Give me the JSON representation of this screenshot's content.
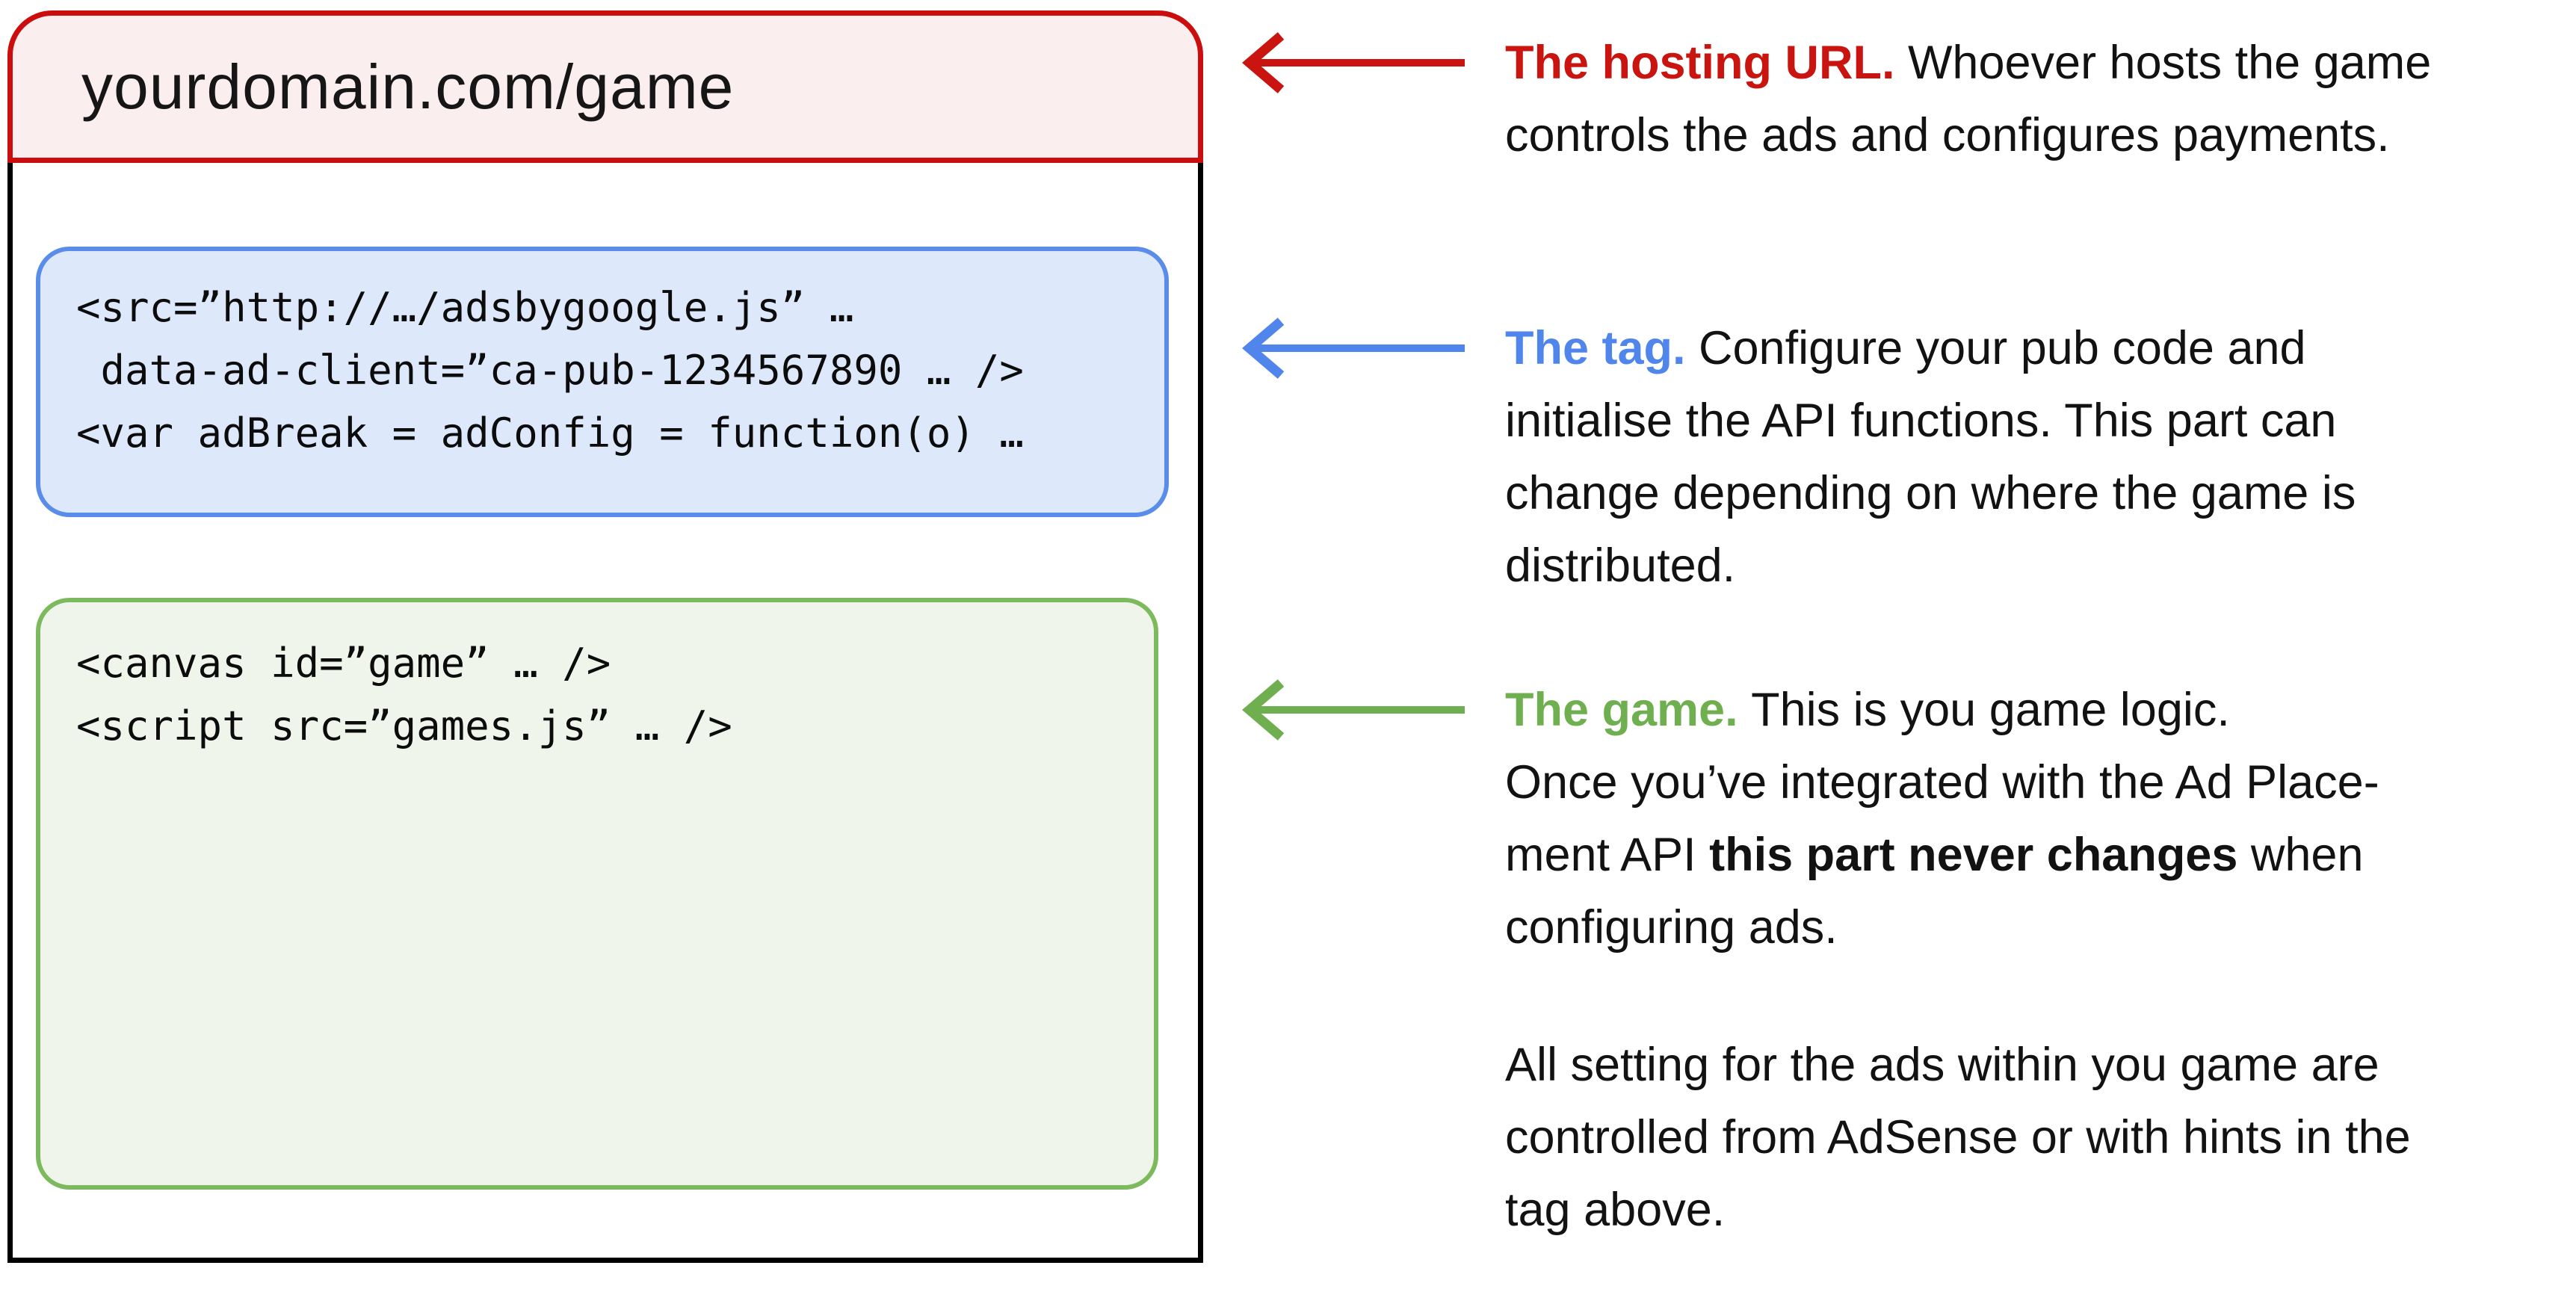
{
  "colors": {
    "red": "#CA140F",
    "red_border": "#CC0D0D",
    "red_fill": "#FAEEEE",
    "blue": "#5086EC",
    "blue_border": "#5A8DE9",
    "blue_fill": "#DDE8FB",
    "green": "#6FAF4F",
    "green_border": "#7CBA5D",
    "green_fill": "#EFF5EA",
    "ink": "#111111"
  },
  "browser_mock": {
    "url": "yourdomain.com/game",
    "tag_box": {
      "code_lines": [
        "<src=”http://…/adsbygoogle.js” …",
        " data-ad-client=”ca-pub-1234567890 … />",
        "<var adBreak = adConfig = function(o) …"
      ]
    },
    "game_box": {
      "code_lines": [
        "<canvas id=”game” … />",
        "<script src=”games.js” … />"
      ]
    }
  },
  "annotations": {
    "hosting_url": {
      "arrow_icon": "left-arrow-icon",
      "arrow_color": "#CA140F",
      "lines": [
        [
          {
            "t": "The hosting URL. ",
            "s": "lead-red"
          },
          {
            "t": "Whoever hosts the game"
          }
        ],
        [
          {
            "t": "controls the ads and configures payments."
          }
        ]
      ]
    },
    "tag": {
      "arrow_icon": "left-arrow-icon",
      "arrow_color": "#5086EC",
      "lines": [
        [
          {
            "t": "The tag. ",
            "s": "lead-blue"
          },
          {
            "t": "Configure your pub code and"
          }
        ],
        [
          {
            "t": "initialise the API functions. This part can"
          }
        ],
        [
          {
            "t": "change depending on where the game is"
          }
        ],
        [
          {
            "t": "distributed."
          }
        ]
      ]
    },
    "game": {
      "arrow_icon": "left-arrow-icon",
      "arrow_color": "#6FAF4F",
      "lines": [
        [
          {
            "t": "The game. ",
            "s": "lead-green"
          },
          {
            "t": "This is you game logic."
          }
        ],
        [
          {
            "t": "Once you’ve integrated with the Ad Place-"
          }
        ],
        [
          {
            "t": "ment API "
          },
          {
            "t": "this part never changes",
            "s": "bold"
          },
          {
            "t": " when"
          }
        ],
        [
          {
            "t": "configuring ads."
          }
        ]
      ]
    },
    "footer_note": {
      "lines": [
        [
          {
            "t": "All setting for the ads within you game are"
          }
        ],
        [
          {
            "t": "controlled from AdSense or with hints in the"
          }
        ],
        [
          {
            "t": "tag above."
          }
        ]
      ]
    }
  }
}
